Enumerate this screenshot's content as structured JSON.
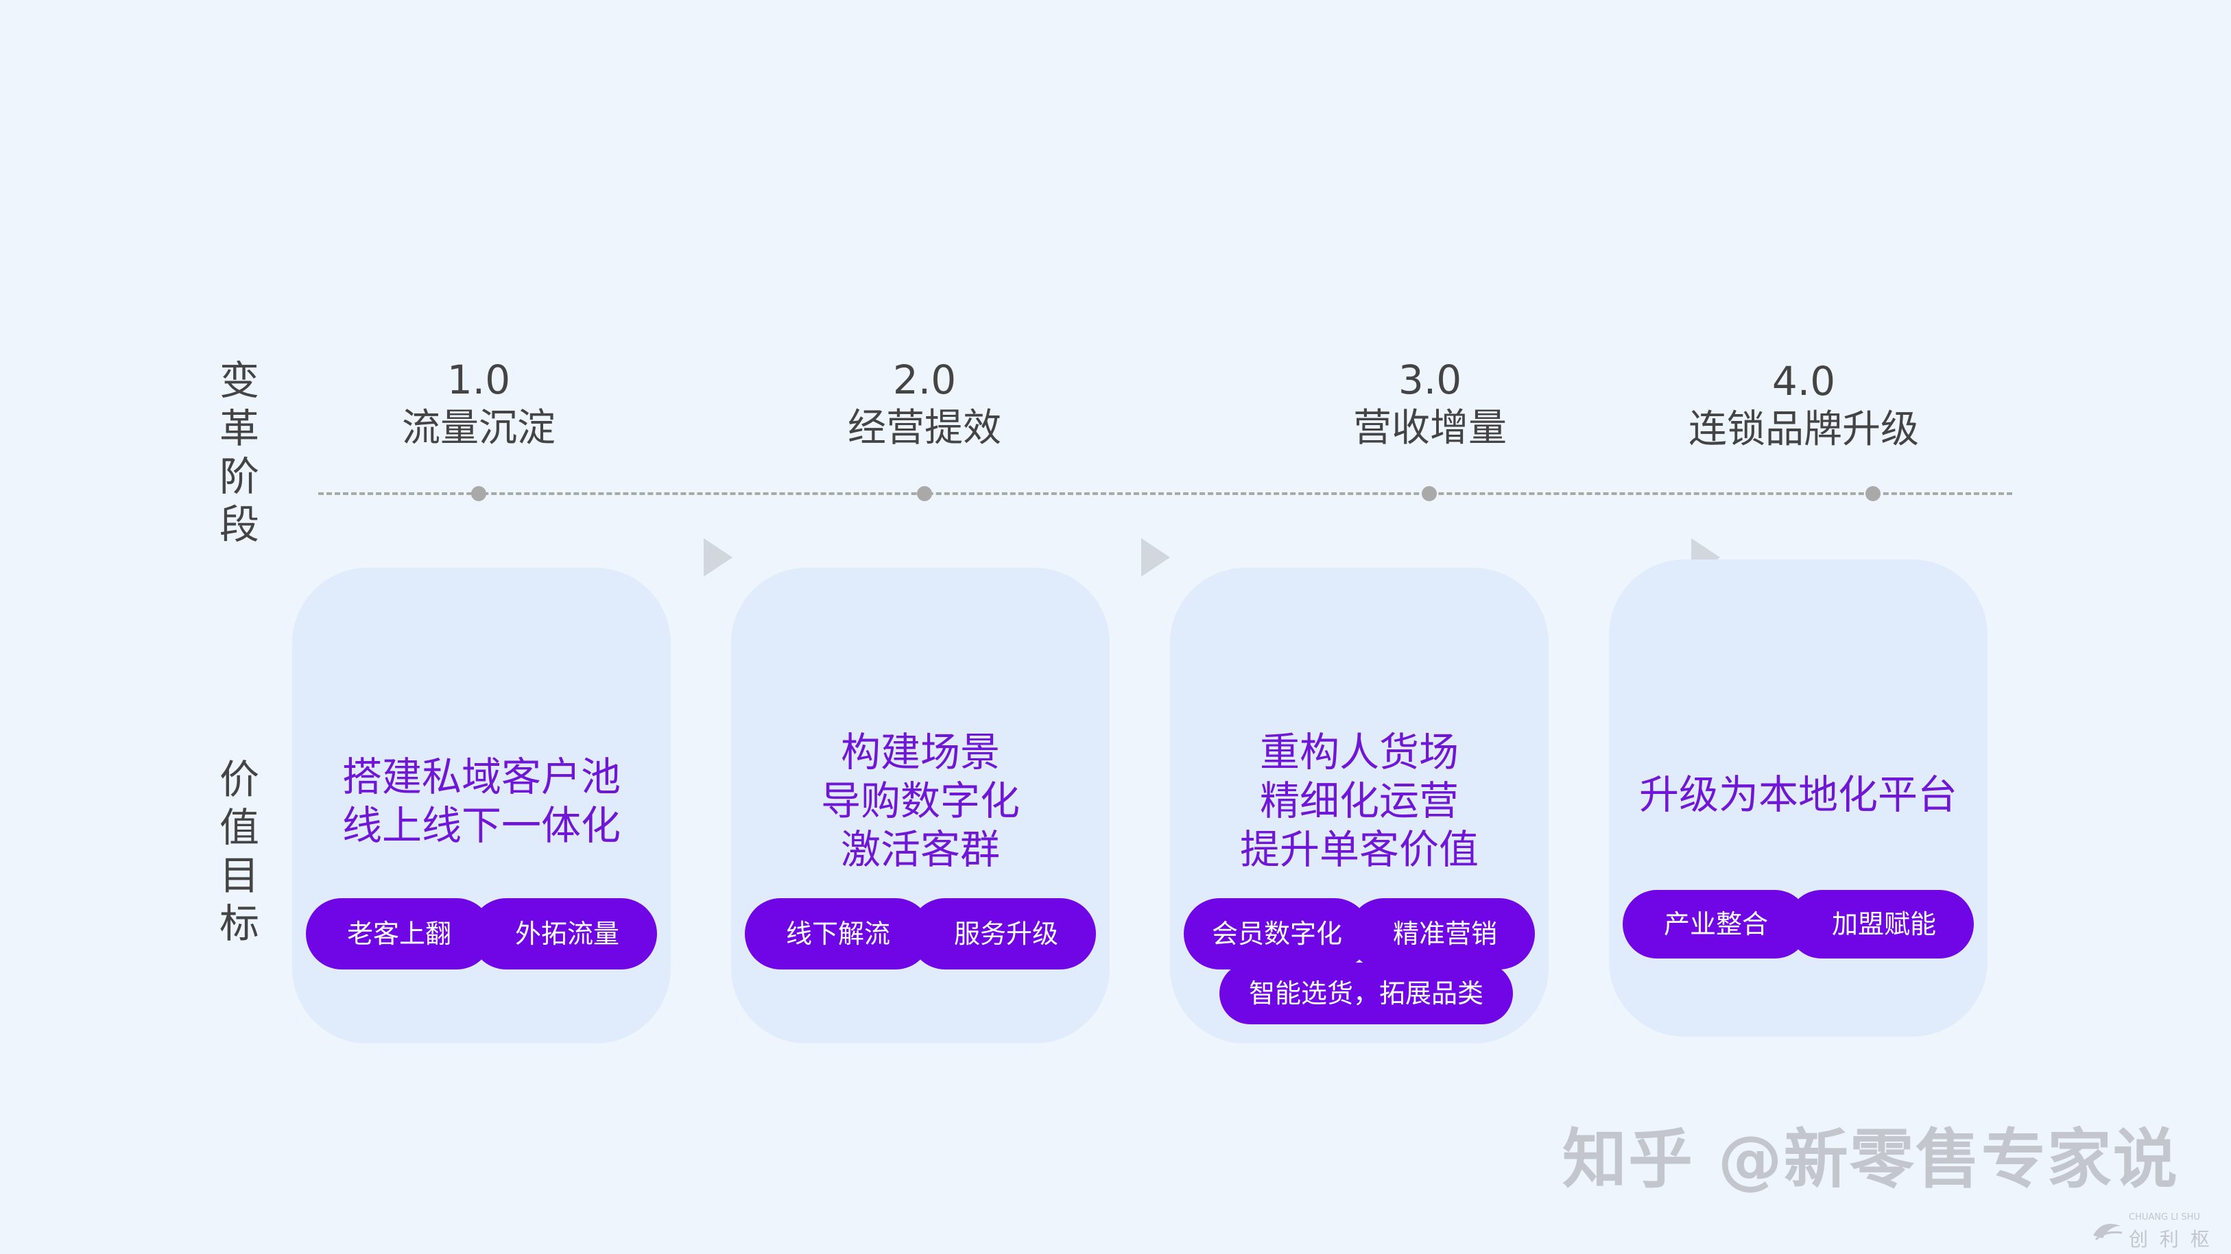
{
  "row_labels": {
    "stages": [
      "变",
      "革",
      "阶",
      "段"
    ],
    "values": [
      "价",
      "值",
      "目",
      "标"
    ]
  },
  "stages": [
    {
      "number": "1.0",
      "title": "流量沉淀",
      "goal_lines": [
        "搭建私域客户池",
        "线上线下一体化"
      ],
      "tags": [
        "老客上翻",
        "外拓流量"
      ]
    },
    {
      "number": "2.0",
      "title": "经营提效",
      "goal_lines": [
        "构建场景",
        "导购数字化",
        "激活客群"
      ],
      "tags": [
        "线下解流",
        "服务升级"
      ]
    },
    {
      "number": "3.0",
      "title": "营收增量",
      "goal_lines": [
        "重构人货场",
        "精细化运营",
        "提升单客价值"
      ],
      "tags": [
        "会员数字化",
        "精准营销",
        "智能选货，拓展品类"
      ]
    },
    {
      "number": "4.0",
      "title": "连锁品牌升级",
      "goal_lines": [
        "升级为本地化平台"
      ],
      "tags": [
        "产业整合",
        "加盟赋能"
      ]
    }
  ],
  "watermark": "知乎 @新零售专家说",
  "corner_logo": {
    "en": "CHUANG LI SHU",
    "cn": "创 利 枢"
  },
  "colors": {
    "background": "#eef5fd",
    "card": "#e0ecfc",
    "accent": "#7006e6",
    "goal_text": "#7016d6",
    "timeline": "#a9a9a9"
  }
}
